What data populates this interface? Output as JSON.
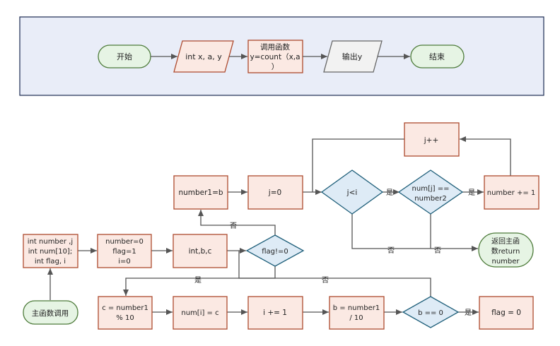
{
  "top_flow": {
    "start": "开始",
    "input": "int x, a, y",
    "call": [
      "调用函数",
      "y=count（x,a",
      "）"
    ],
    "output": "输出y",
    "end": "结束"
  },
  "main": {
    "entry": "主函数调用",
    "decl": [
      "int number ,j",
      "int num[10];",
      "int flag, i"
    ],
    "init": [
      "number=0",
      "flag=1",
      "i=0"
    ],
    "read": "int,b,c",
    "flag_check": "flag!=0",
    "number1": "number1=b",
    "j_init": "j=0",
    "j_lt_i": "j<i",
    "num_eq": [
      "num[j] ==",
      "number2"
    ],
    "number_inc": "number += 1",
    "j_inc": "j++",
    "return": [
      "返回主函",
      "数return",
      "number"
    ],
    "c_calc": [
      "c = number1",
      "% 10"
    ],
    "num_assign": "num[i] = c",
    "i_inc": "i += 1",
    "b_calc": [
      "b = number1",
      "/ 10"
    ],
    "b_zero": "b == 0",
    "flag_zero": "flag = 0"
  },
  "labels": {
    "yes": "是",
    "no": "否"
  },
  "colors": {
    "box_fill": "#fbe9e3",
    "box_stroke": "#ad4a2e",
    "diamond_fill": "#deebf6",
    "diamond_stroke": "#1f5f7a",
    "term_fill": "#e6f4e4",
    "term_stroke": "#4d7b3a",
    "panel_fill": "#e9edf8",
    "panel_stroke": "#1b2a52",
    "arrow": "#555555"
  }
}
